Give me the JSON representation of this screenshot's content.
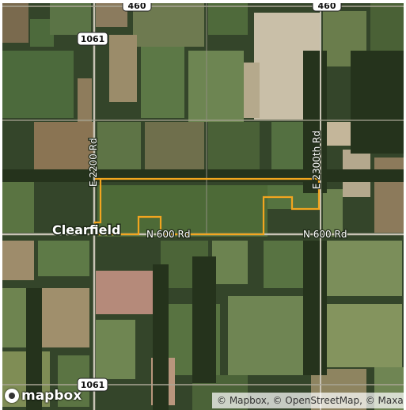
{
  "map": {
    "place_label": "Clearfield",
    "road_labels": {
      "e2200": "E 2200 Rd",
      "e2300": "E 2300th Rd",
      "n600_left": "N 600 Rd",
      "n600_right": "N 600 Rd"
    },
    "shields": {
      "top_left": "460",
      "top_right": "460",
      "upper": "1061",
      "lower": "1061"
    },
    "boundary_color": "#f2a51f"
  },
  "branding": {
    "logo_text": "mapbox",
    "attribution": "© Mapbox, © OpenStreetMap, © Maxar"
  }
}
